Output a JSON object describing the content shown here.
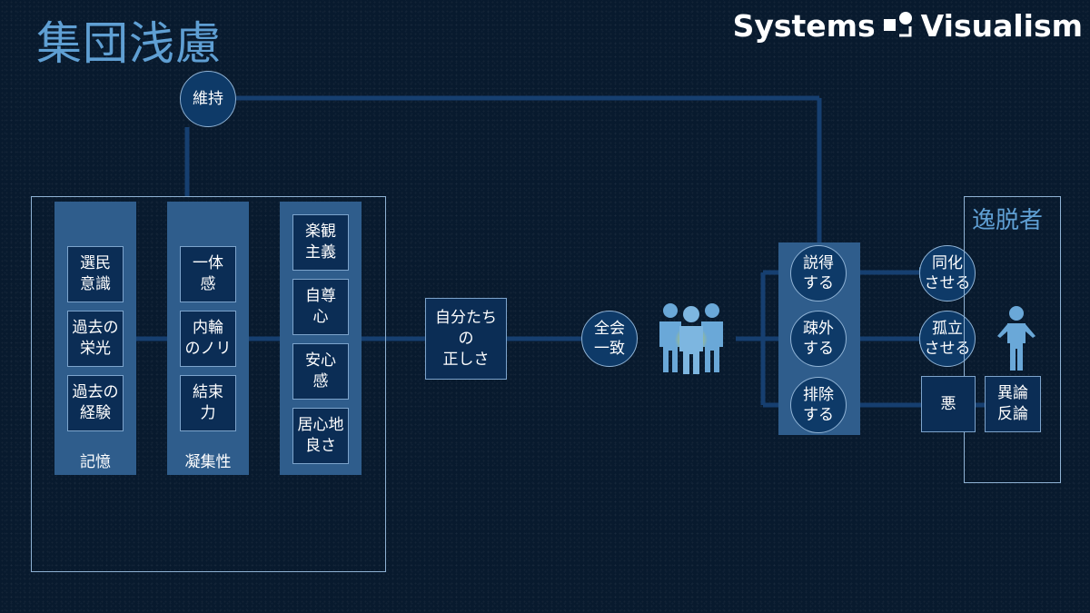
{
  "title": "集団浅慮",
  "brand": {
    "left": "Systems",
    "right": "Visualism"
  },
  "maintain": "維持",
  "memory": {
    "label": "記憶",
    "items": [
      "選民\n意識",
      "過去の\n栄光",
      "過去の\n経験"
    ]
  },
  "cohesion": {
    "label": "凝集性",
    "items": [
      "一体\n感",
      "内輪\nのノリ",
      "結束\n力"
    ]
  },
  "comfort": {
    "items": [
      "楽観\n主義",
      "自尊\n心",
      "安心\n感",
      "居心地\n良さ"
    ]
  },
  "righteousness": "自分たち\nの\n正しさ",
  "consensus": "全会\n一致",
  "actions": [
    "説得\nする",
    "疎外\nする",
    "排除\nする"
  ],
  "outcomes": [
    "同化\nさせる",
    "孤立\nさせる"
  ],
  "evil": "悪",
  "dissent": "異論\n反論",
  "deviant_title": "逸脱者",
  "colors": {
    "accent": "#5f9fd3",
    "line": "#163f70",
    "column": "#2f5d8c",
    "figure": "#6aa8d8"
  },
  "icons": {
    "group": "group-people-icon",
    "person": "person-shrug-icon",
    "logo": "systems-visualism-logo-icon"
  }
}
